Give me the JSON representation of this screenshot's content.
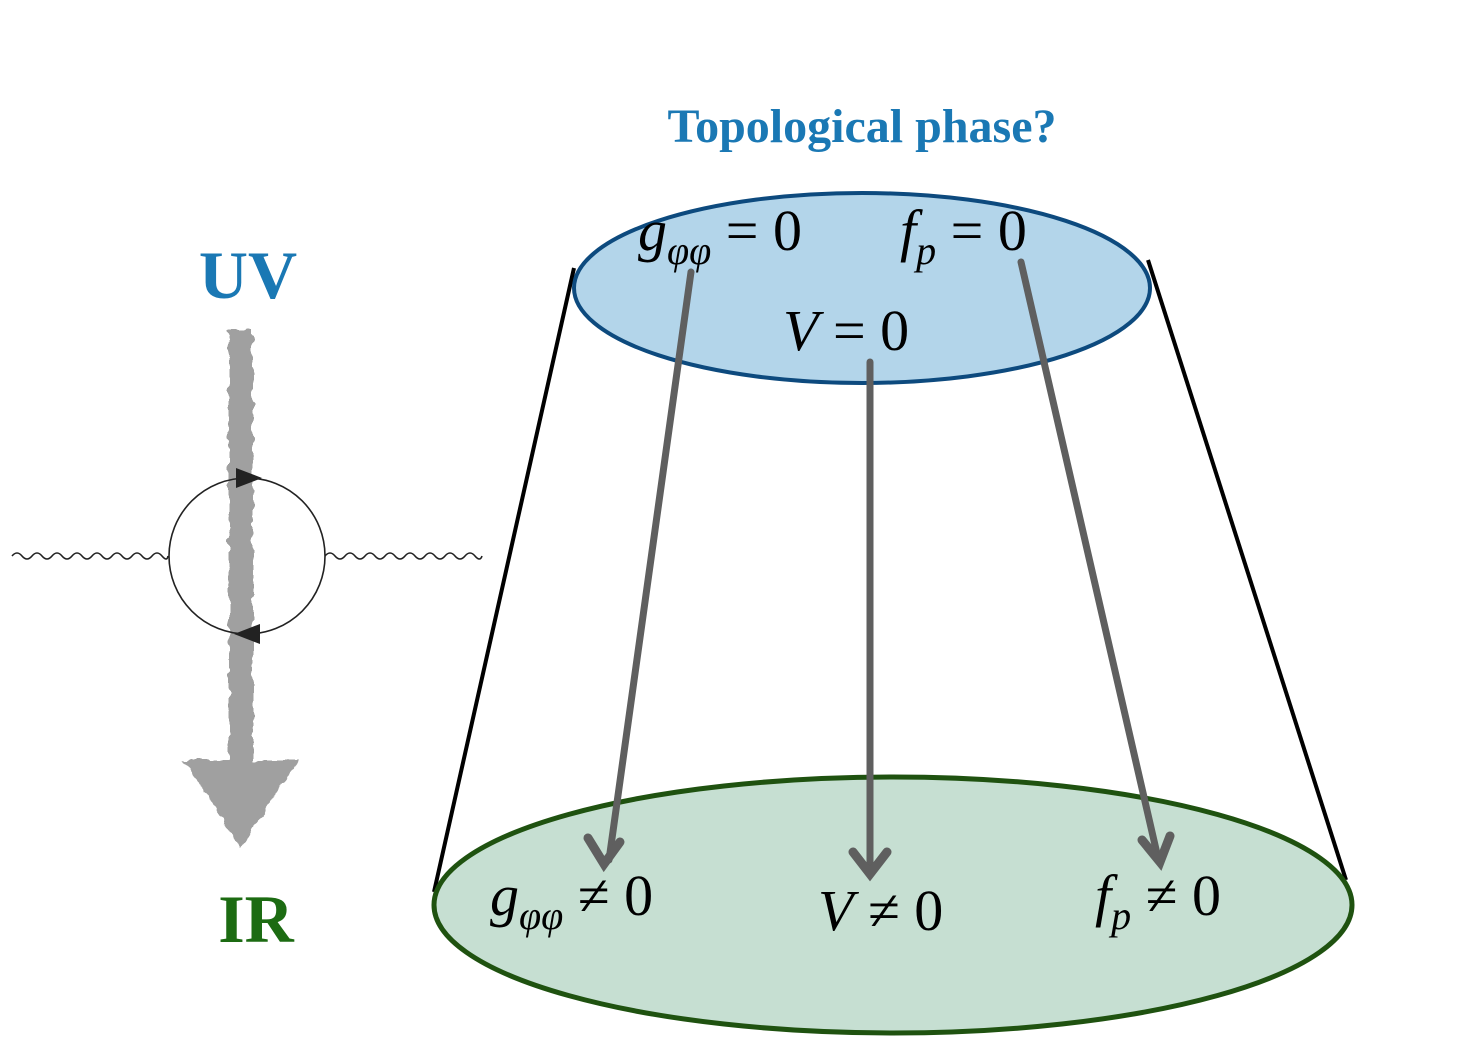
{
  "colors": {
    "uv_blue": "#1a78b4",
    "ir_green": "#1c6b12",
    "top_fill": "#b3d5ea",
    "top_stroke": "#0d4a7e",
    "bottom_fill": "#c6dfd2",
    "bottom_stroke": "#1f5210",
    "flow_arrow": "#a0a0a0",
    "inner_arrow": "#5f5f5f"
  },
  "left_panel": {
    "uv_label": "UV",
    "ir_label": "IR",
    "icons": [
      "rg-flow-arrow-icon",
      "fermion-loop-diagram-icon"
    ]
  },
  "cone": {
    "title": "Topological phase?",
    "top_disk": {
      "items": [
        {
          "base": "g",
          "sub": "φφ",
          "relation": " = 0"
        },
        {
          "base": "f",
          "sub": "p",
          "relation": " = 0"
        },
        {
          "base": "V",
          "sub": "",
          "relation": " = 0"
        }
      ]
    },
    "bottom_disk": {
      "items": [
        {
          "base": "g",
          "sub": "φφ",
          "relation": " ≠ 0"
        },
        {
          "base": "V",
          "sub": "",
          "relation": " ≠ 0"
        },
        {
          "base": "f",
          "sub": "p",
          "relation": " ≠ 0"
        }
      ]
    }
  }
}
